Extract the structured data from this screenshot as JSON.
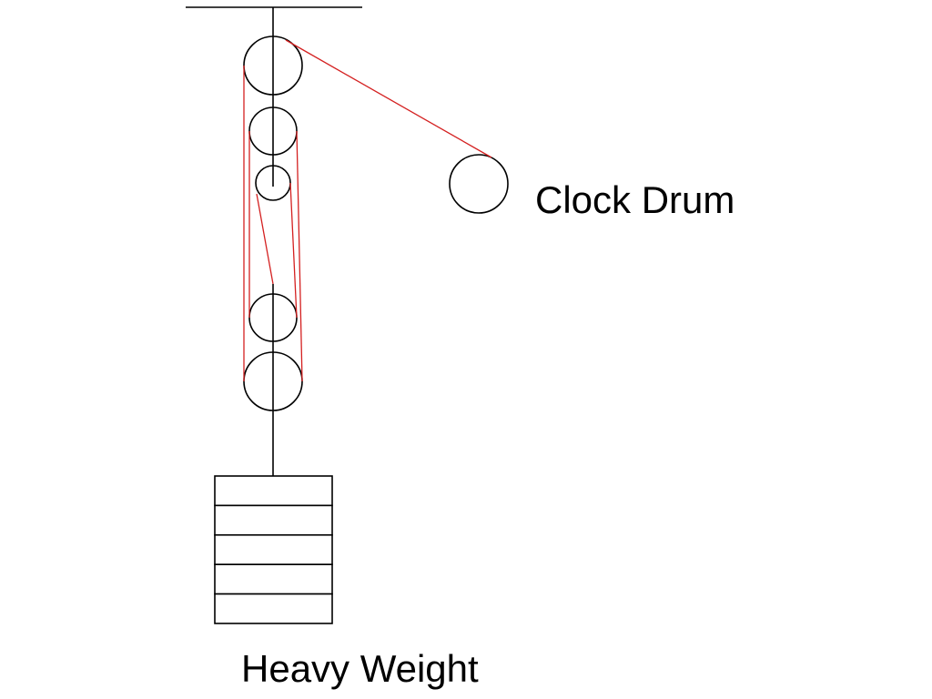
{
  "labels": {
    "clock_drum": "Clock Drum",
    "heavy_weight": "Heavy Weight"
  },
  "colors": {
    "rope": "#d42020",
    "structure": "#000000",
    "background": "#ffffff"
  },
  "components": {
    "ceiling": "ceiling-beam",
    "pulleys": [
      "top-fixed-pulley",
      "upper-pulley",
      "small-pulley",
      "lower-pulley",
      "bottom-pulley"
    ],
    "drum": "clock-drum",
    "weight_blocks": 5
  }
}
